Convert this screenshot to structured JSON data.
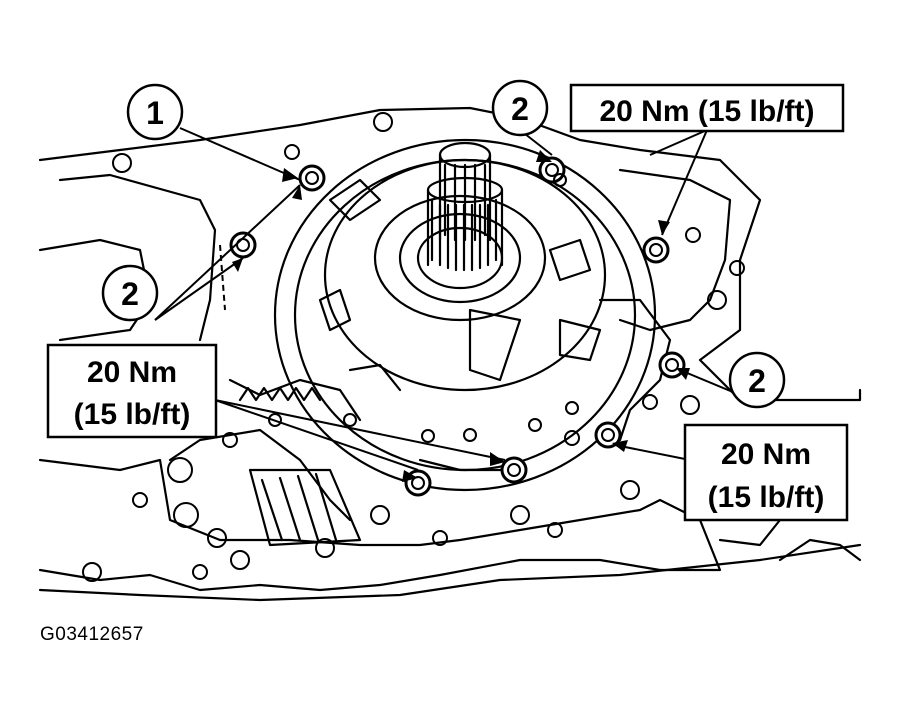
{
  "figure": {
    "id": "G03412657",
    "callouts": [
      {
        "number": "1"
      },
      {
        "number": "2"
      },
      {
        "number": "2"
      },
      {
        "number": "2"
      }
    ],
    "torque_labels": [
      {
        "line1": "20 Nm (15 lb/ft)",
        "line2": ""
      },
      {
        "line1": "20 Nm",
        "line2": "(15 lb/ft)"
      },
      {
        "line1": "20 Nm",
        "line2": "(15 lb/ft)"
      }
    ]
  }
}
